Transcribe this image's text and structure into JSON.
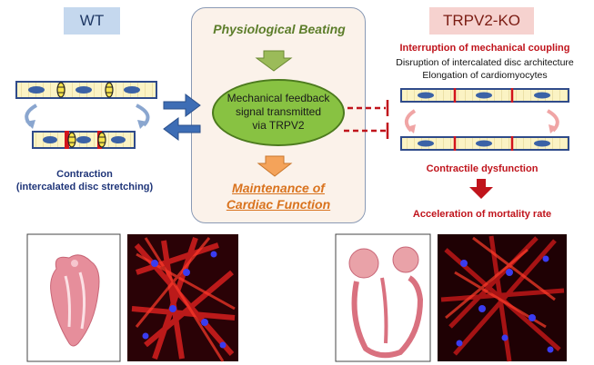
{
  "wt": {
    "label": "WT",
    "contraction_line1": "Contraction",
    "contraction_line2": "(intercalated disc stretching)"
  },
  "ko": {
    "label": "TRPV2-KO",
    "interruption": "Interruption of mechanical coupling",
    "disruption": "Disruption of intercalated disc architecture",
    "elongation": "Elongation of cardiomyocytes",
    "contractile": "Contractile dysfunction",
    "mortality": "Acceleration of mortality rate"
  },
  "center": {
    "beating": "Physiological Beating",
    "feedback_line1": "Mechanical feedback",
    "feedback_line2": "signal transmitted",
    "feedback_line3": "via TRPV2",
    "maintenance_line1": "Maintenance of",
    "maintenance_line2": "Cardiac Function"
  },
  "colors": {
    "wt_blue": "#1f3579",
    "ko_red": "#c0141c",
    "ellipse_green": "#88c242",
    "arrow_blue": "#3d6db5",
    "arrow_green": "#9bbb59",
    "arrow_orange": "#f4a35a",
    "cell_fill": "#fbf3c4",
    "nucleus": "#3b62a6"
  },
  "icons": {
    "arrow_to_center": "blue-right-arrow",
    "arrow_from_center": "blue-left-arrow",
    "inhibition": "red-dashed-inhibition-arrow",
    "down_arrow_ko": "red-down-arrow"
  }
}
